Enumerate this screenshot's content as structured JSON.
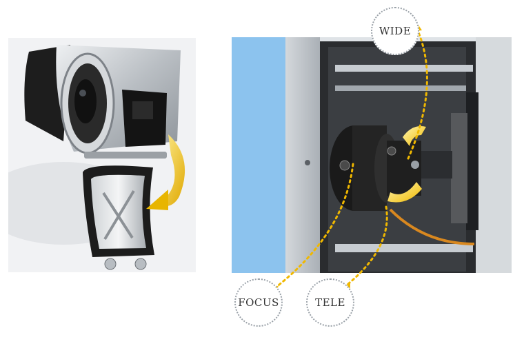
{
  "labels": {
    "wide": "WIDE",
    "focus": "FOCUS",
    "tele": "TELE"
  },
  "colors": {
    "accent_yellow": "#f2c400",
    "arrow_yellow": "#f5d000",
    "panel_blue": "#8cc3ee",
    "housing_black": "#1c1c1c",
    "housing_silver": "#c9cdd1",
    "cable_orange": "#d9881f"
  },
  "icons": {
    "open_arrow": "curved-arrow-down-icon",
    "rotate_arrow": "rotate-arrow-icon"
  }
}
